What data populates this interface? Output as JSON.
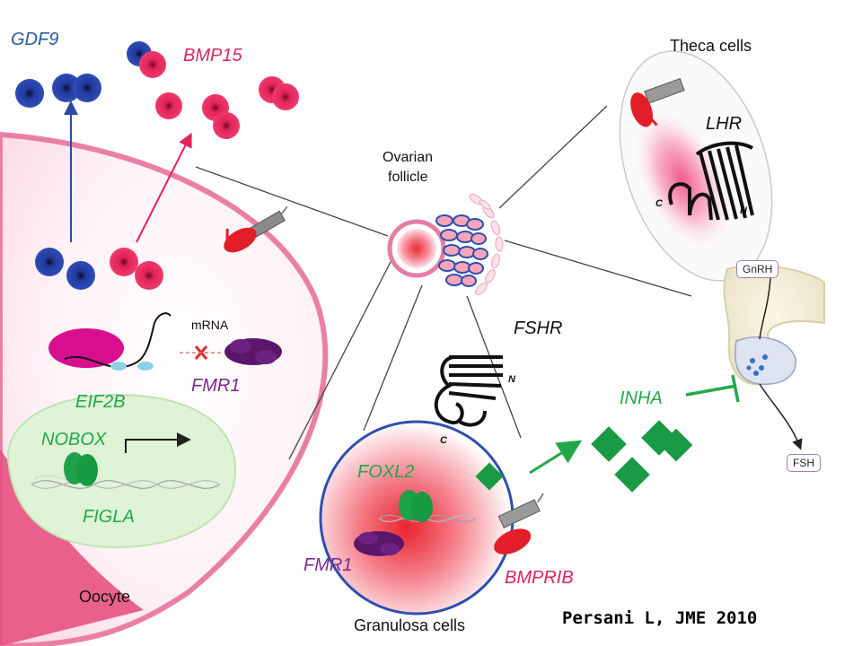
{
  "labels": {
    "gdf9": "GDF9",
    "bmp15": "BMP15",
    "theca_cells": "Theca cells",
    "lhr": "LHR",
    "ovarian_follicle_1": "Ovarian",
    "ovarian_follicle_2": "follicle",
    "mrna": "mRNA",
    "fmr1_oocyte": "FMR1",
    "eif2b": "EIF2B",
    "nobox": "NOBOX",
    "figla": "FIGLA",
    "oocyte": "Oocyte",
    "fshr": "FSHR",
    "inha": "INHA",
    "foxl2": "FOXL2",
    "fmr1_granulosa": "FMR1",
    "bmprib": "BMPRIB",
    "granulosa_cells": "Granulosa cells",
    "gnrh": "GnRH",
    "fsh": "FSH",
    "receptor_c_lhr": "C",
    "receptor_n_lhr": "N",
    "receptor_c_fshr": "C",
    "receptor_n_fshr": "N"
  },
  "citation": "Persani L, JME 2010",
  "colors": {
    "gdf9": "#1f3f9a",
    "bmp15": "#e0245a",
    "green": "#22a84a",
    "purple": "#6a1f7a",
    "pink_membrane": "#ea7fa6"
  },
  "icons": {
    "receptor": "serpentine-receptor-icon",
    "dna": "dna-helix-icon",
    "inhibition": "inhibition-bar-icon"
  }
}
